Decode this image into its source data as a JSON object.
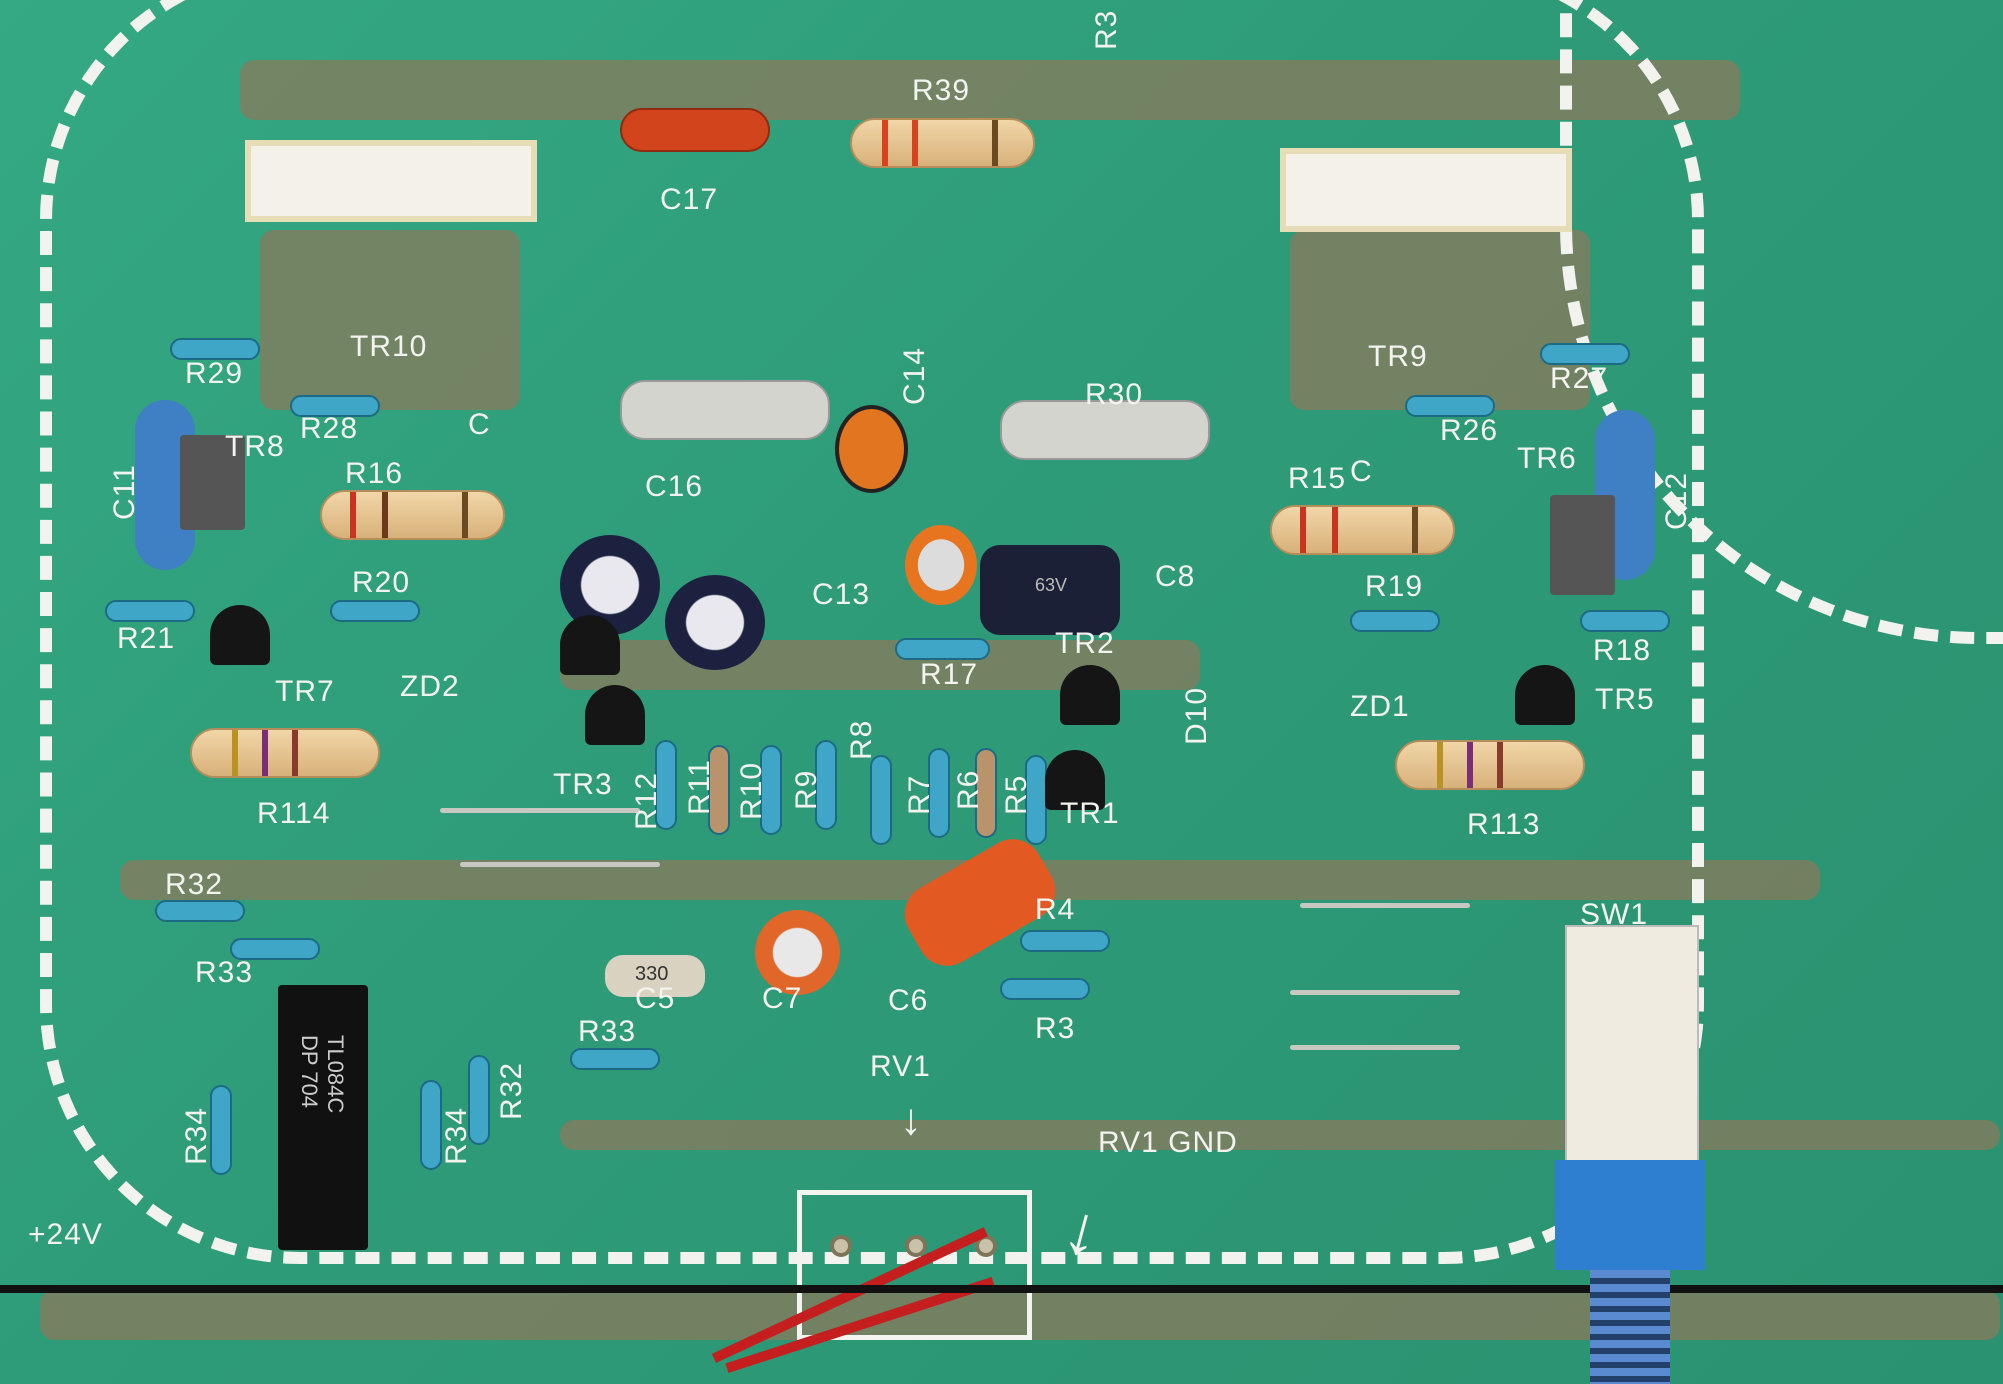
{
  "board": {
    "silkscreen_labels": {
      "r39": "R39",
      "c17": "C17",
      "r3_top": "R3",
      "tr10": "TR10",
      "r29": "R29",
      "r28": "R28",
      "c11": "C11",
      "tr8": "TR8",
      "r16": "R16",
      "c16": "C16",
      "c14": "C14",
      "r30": "R30",
      "tr9": "TR9",
      "r27": "R27",
      "r26": "R26",
      "r15": "R15",
      "tr6": "TR6",
      "c12": "C12",
      "c13": "C13",
      "c8": "C8",
      "r20": "R20",
      "r21": "R21",
      "zd2": "ZD2",
      "tr7": "TR7",
      "r114": "R114",
      "tr3": "TR3",
      "r12": "R12",
      "r11": "R11",
      "r10": "R10",
      "r9": "R9",
      "r8": "R8",
      "r7": "R7",
      "r6": "R6",
      "r5": "R5",
      "r17": "R17",
      "tr2": "TR2",
      "tr1": "TR1",
      "d10": "D10",
      "zd1": "ZD1",
      "tr5": "TR5",
      "r19": "R19",
      "r18": "R18",
      "r113": "R113",
      "r32": "R32",
      "r33": "R33",
      "c5": "C5",
      "c7": "C7",
      "c6": "C6",
      "r4": "R4",
      "r3": "R3",
      "rv1": "RV1",
      "rv1_gnd": "RV1 GND",
      "plus24v": "+24V",
      "r34_left": "R34",
      "r34_right": "R34",
      "r32_vert": "R32",
      "r33_right": "R33",
      "sw1": "SW1",
      "c": "C"
    },
    "chip_marking": {
      "line1": "TL084C",
      "line2": "DP 704"
    },
    "capacitor_marking": {
      "c8_voltage": "63V",
      "c5_value": "330"
    },
    "colors": {
      "board": "#2f9f7a",
      "traces": "#8a7a5c",
      "silkscreen": "#f3f3ef",
      "resistor_blue": "#3fa6c8",
      "switch_blue": "#2f7fd0"
    }
  }
}
